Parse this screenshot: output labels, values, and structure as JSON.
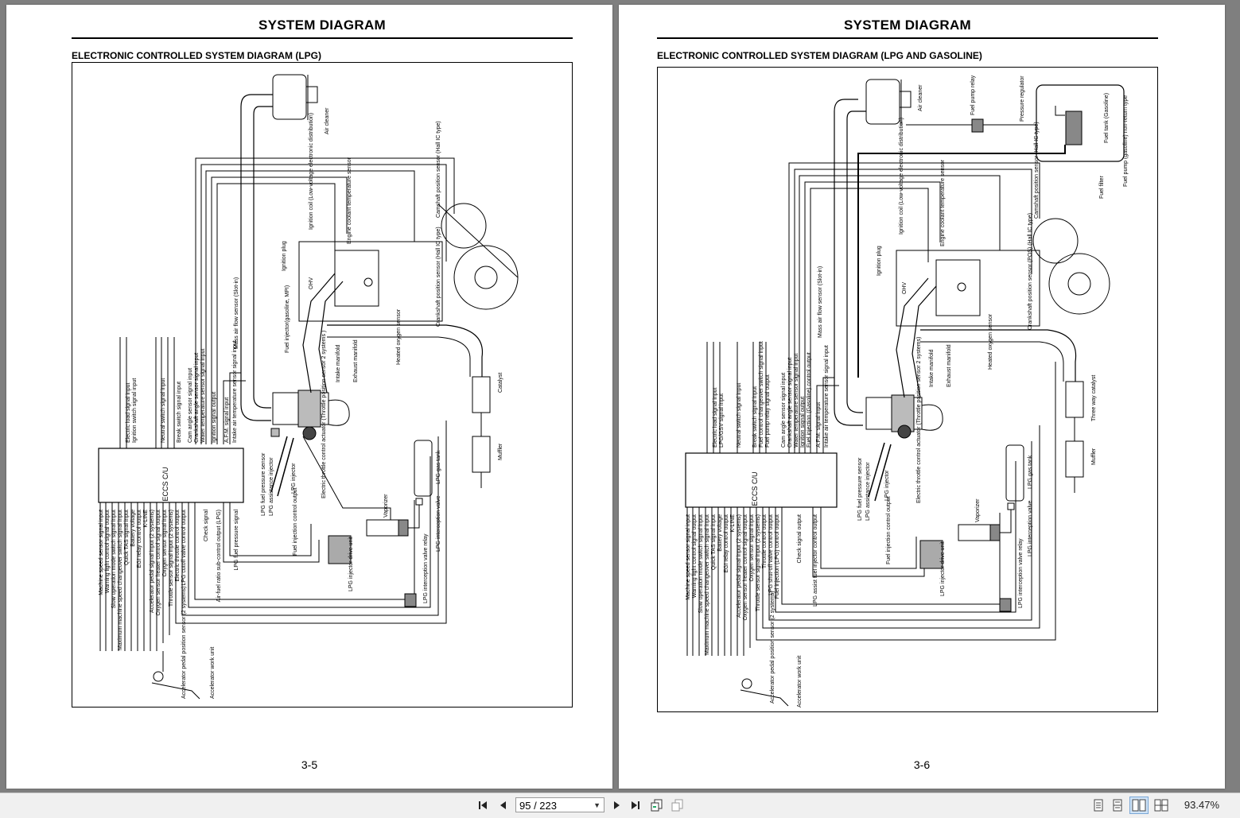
{
  "toolbar": {
    "first_icon": "first-page-icon",
    "prev_icon": "previous-page-icon",
    "page_field": "95 / 223",
    "next_icon": "next-page-icon",
    "last_icon": "last-page-icon",
    "zoom": "93.47%"
  },
  "left_page": {
    "header": "SYSTEM DIAGRAM",
    "title": "ELECTRONIC CONTROLLED SYSTEM DIAGRAM (LPG)",
    "page_number": "3-5",
    "ecu_label": "ECCS C/U",
    "labels": {
      "air_cleaner": "Air cleaner",
      "camshaft": "Camshaft position sensor (Hall IC type)",
      "ignition_coil": "Ignition coil (Low-voltage electronic distribution)",
      "coolant": "Engine coolant temperature sensor",
      "ignition_plug": "Ignition plug",
      "ohv": "OHV",
      "crankshaft": "Crankshaft position sensor (Hall IC type)",
      "fuel_injector": "Fuel injector(gasoline, MPI)",
      "maf": "Mass air flow sensor (Slot-in)",
      "intake": "Intake manifold",
      "exhaust": "Exhaust manifold",
      "heated_o2": "Heated oxygen sensor",
      "catalyst": "Catalyst",
      "muffler": "Muffler",
      "throttle": "Electric throttle control actuator (Throttle position sensor 2 systems )",
      "lpg_tank": "LPG gas tank",
      "vaporizer": "Vaporizer",
      "lpg_valve": "LPG interception valve",
      "lpg_relay": "LPG interception valve relay",
      "lpg_drive": "LPG injector drive unit",
      "fuel_inj_out": "Fuel injection control output",
      "lpg_pressure": "LPG fuel pressure sensor",
      "lpg_assist": "LPG assistance injector",
      "lpg_injector": "LPG injector",
      "accel": "Accelerator pedal position sensor (2 systems)",
      "accel_unit": "Accelerator work unit"
    },
    "top_signals": [
      "Electric load signal input",
      "Ignition switch signal input",
      "Neutral switch signal input",
      "Break switch signal input",
      "Cam angle sensor signal input",
      "Crankshaft angle sensor signal input",
      "Water temperature sensor signal input",
      "Ignition signal output",
      "A.F.M. signal input",
      "Intake air temperature sensor signal input"
    ],
    "bottom_signals": [
      "Machine speed sensor signal input",
      "Warning light control signal output",
      "Slow operation mode switch signal input",
      "Maximum machine speed changeover switch signal input",
      "Quick TAS signal input",
      "Battery voltage",
      "EGI relay control output",
      "K-LINE",
      "Accelerator pedal signal input (2 systems)",
      "Oxygen sensor heater control signal output",
      "Oxygen sensor signal input",
      "Throttle sensor signal input (2 systems)",
      "Electric throttle control output",
      "LPG cutoff valve control output",
      "Check signal",
      "Air-fuel ratio sub-control output (LPG)",
      "LPG fuel pressure signal"
    ]
  },
  "right_page": {
    "header": "SYSTEM DIAGRAM",
    "title": "ELECTRONIC CONTROLLED SYSTEM DIAGRAM (LPG AND GASOLINE)",
    "page_number": "3-6",
    "ecu_label": "ECCS C/U",
    "labels": {
      "air_cleaner": "Air cleaner",
      "fuel_pump_relay": "Fuel pump relay",
      "pressure_regulator": "Pressure regulator",
      "fuel_tank": "Fuel tank (Gasoline)",
      "fuel_pump": "Fuel pump (gasoline) non-return type",
      "fuel_filter": "Fuel filter",
      "camshaft": "Camshaft position sensor (Hall IC type)",
      "ignition_coil": "Ignition coil (Low-voltage electronic distribution)",
      "coolant": "Engine coolant temperature sensor",
      "ignition_plug": "Ignition plug",
      "ohv": "OHV",
      "crankshaft": "Crankshaft position sensor (POS) (Hall IC type)",
      "maf": "Mass air flow sensor (Slot-in)",
      "intake": "Intake manifold",
      "exhaust": "Exhaust manifold",
      "heated_o2": "Heated oxygen sensor",
      "catalyst": "Three way catalyst",
      "muffler": "Muffler",
      "throttle": "Electric throttle control actuator (Throttle position sensor 2 systems)",
      "lpg_tank": "LPG gas tank",
      "vaporizer": "Vaporizer",
      "lpg_valve": "LPG interception valve",
      "lpg_relay": "LPG interception valve relay",
      "lpg_drive": "LPG injector drive unit",
      "fuel_inj_out": "Fuel injection control output",
      "lpg_pressure": "LPG fuel pressure sensor",
      "lpg_assist": "LPG assistance injector",
      "lpg_injector": "LPG injector",
      "accel": "Accelerator pedal position sensor (2 systems)",
      "accel_unit": "Accelerator work unit"
    },
    "top_signals": [
      "Electric load signal input",
      "LPG/GSV signal input",
      "Neutral switch signal input",
      "Break switch signal input",
      "Fuel control changeover switch signal input",
      "Fuel pump relay signal output",
      "Cam angle sensor signal input",
      "Crankshaft angle sensor signal input",
      "Water temperature sensor signal input",
      "Ignition signal output",
      "Fuel injection (Gasoline) control output",
      "A.F.M. signal input",
      "Intake air temperature sensor signal input"
    ],
    "bottom_signals": [
      "Machine speed sensor signal input",
      "Warning light control signal output",
      "Slow operation mode switch signal input",
      "Maximum machine speed changeover switch signal input",
      "Quick TAS signal input",
      "Battery voltage",
      "EGI relay control output",
      "K-LINE",
      "Accelerator pedal signal input (2 systems)",
      "Oxygen sensor heater control signal output",
      "Oxygen sensor signal input",
      "Throttle sensor signal input (2 systems)",
      "Throttle control output",
      "LPG shut-off valve control output",
      "Fuel injection (LPG) control output",
      "Check signal output",
      "LPG assist fuel injector control output"
    ]
  }
}
